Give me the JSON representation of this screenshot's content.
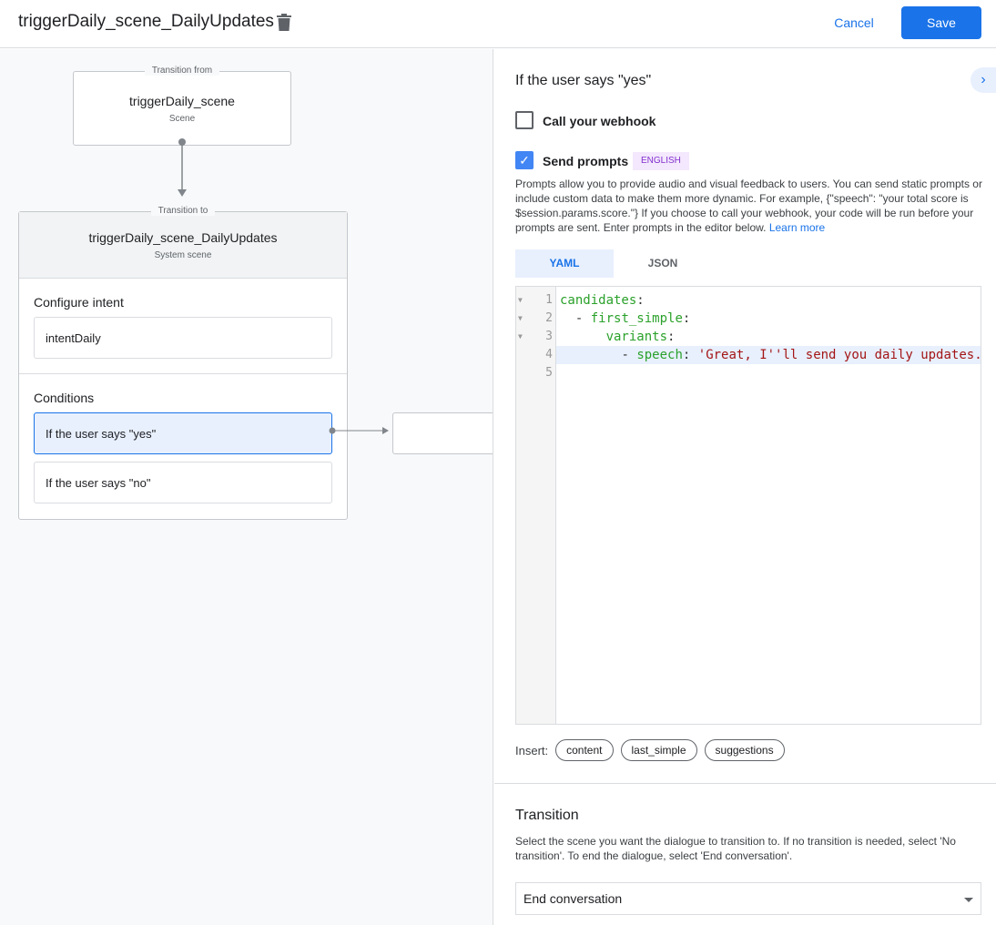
{
  "header": {
    "title": "triggerDaily_scene_DailyUpdates",
    "cancel": "Cancel",
    "save": "Save"
  },
  "canvas": {
    "from": {
      "legend": "Transition from",
      "name": "triggerDaily_scene",
      "type": "Scene"
    },
    "to": {
      "legend": "Transition to",
      "name": "triggerDaily_scene_DailyUpdates",
      "type": "System scene"
    },
    "intent_label": "Configure intent",
    "intent": "intentDaily",
    "conditions_label": "Conditions",
    "conditions": [
      "If the user says \"yes\"",
      "If the user says \"no\""
    ]
  },
  "panel": {
    "heading": "If the user says \"yes\"",
    "webhook": {
      "label": "Call your webhook",
      "checked": false
    },
    "prompts": {
      "label": "Send prompts",
      "checked": true,
      "badge": "ENGLISH"
    },
    "description": "Prompts allow you to provide audio and visual feedback to users. You can send static prompts or include custom data to make them more dynamic. For example, {\"speech\": \"your total score is $session.params.score.\"} If you choose to call your webhook, your code will be run before your prompts are sent. Enter prompts in the editor below.",
    "learn_more": "Learn more",
    "tabs": [
      "YAML",
      "JSON"
    ],
    "active_tab": "YAML",
    "code": {
      "lines": [
        "1",
        "2",
        "3",
        "4",
        "5"
      ],
      "l1k": "candidates",
      "l2k": "first_simple",
      "l3k": "variants",
      "l4k": "speech",
      "l4v": "'Great, I''ll send you daily updates.",
      "colon": ":",
      "dash": "-"
    },
    "insert_label": "Insert:",
    "insert_chips": [
      "content",
      "last_simple",
      "suggestions"
    ],
    "transition": {
      "heading": "Transition",
      "description": "Select the scene you want the dialogue to transition to. If no transition is needed, select 'No transition'. To end the dialogue, select 'End conversation'.",
      "value": "End conversation"
    }
  },
  "colors": {
    "accent": "#1a73e8",
    "selected_bg": "#e8f0fe",
    "yaml_key": "#2aa12a",
    "yaml_string": "#a31515"
  }
}
